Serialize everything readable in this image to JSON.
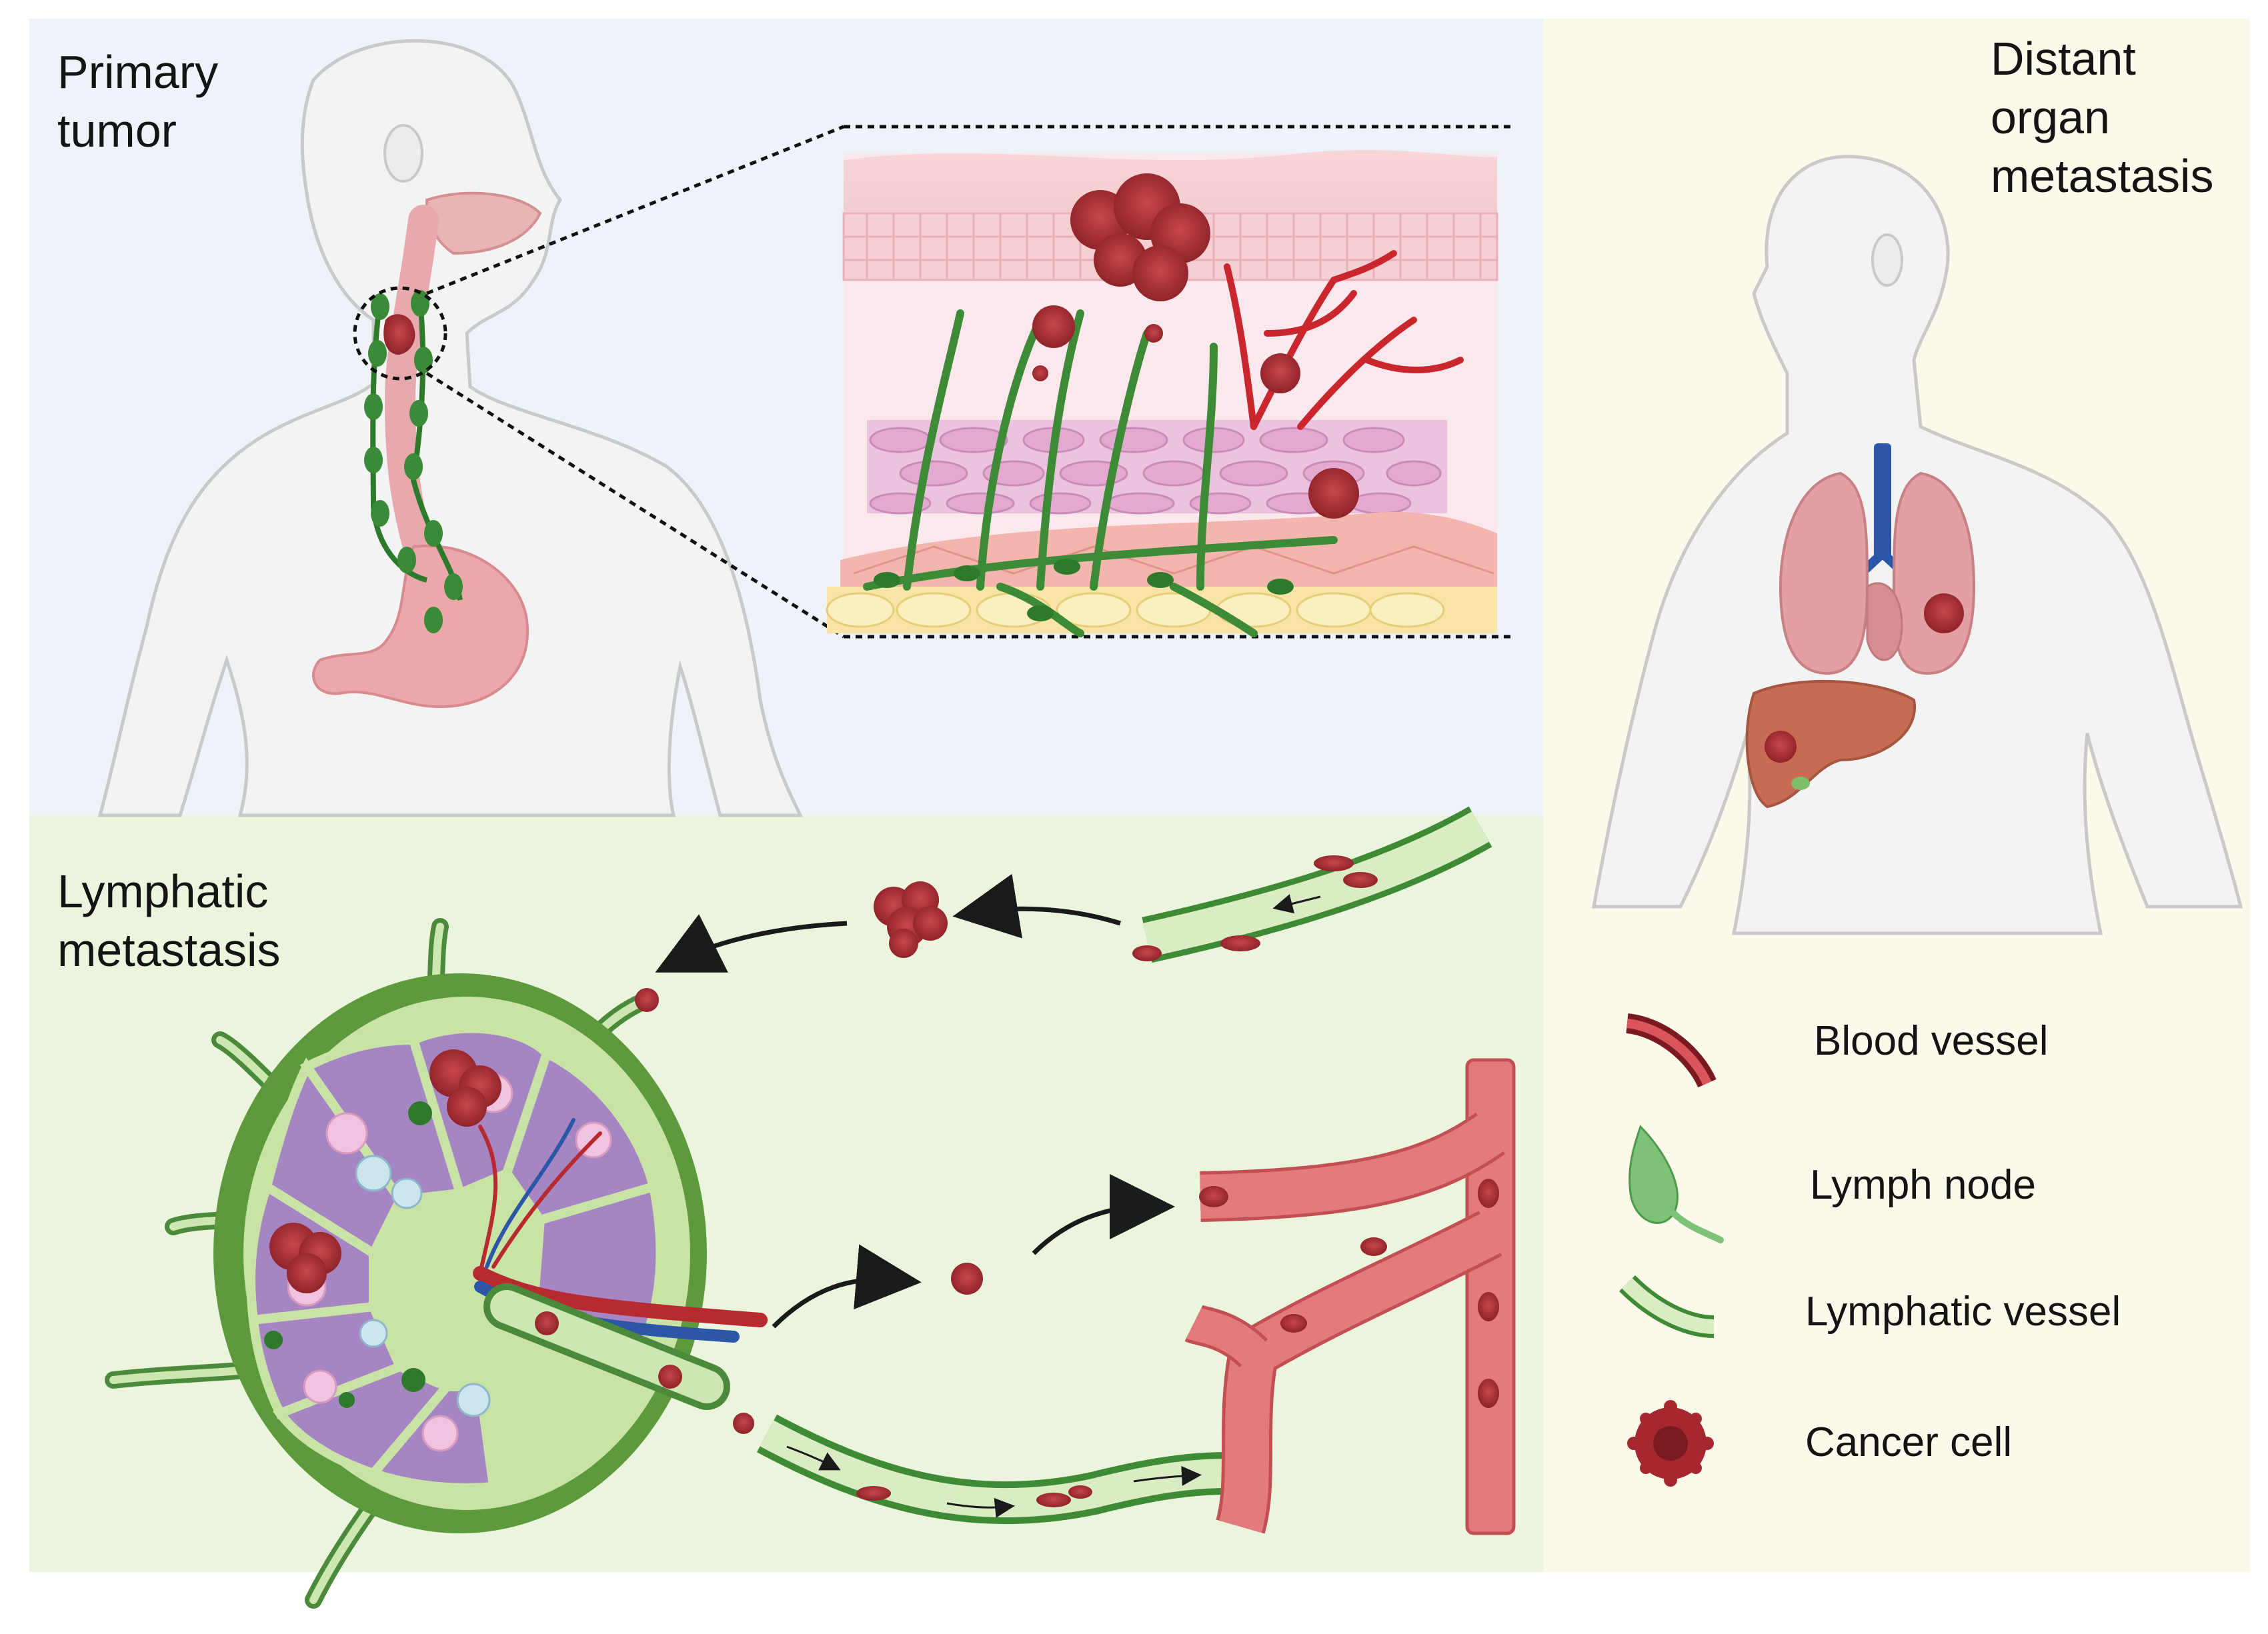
{
  "panels": {
    "primary": {
      "title": "Primary\ntumor",
      "bg": "#eef2f9"
    },
    "distant": {
      "title": "Distant\norgan\nmetastasis",
      "bg": "#fbf9ea"
    },
    "lymphatic": {
      "title": "Lymphatic\nmetastasis",
      "bg": "#ebf4dc"
    }
  },
  "legend": {
    "items": [
      {
        "label": "Blood vessel",
        "icon": "blood-vessel-icon"
      },
      {
        "label": "Lymph node",
        "icon": "lymph-node-icon"
      },
      {
        "label": "Lymphatic vessel",
        "icon": "lymphatic-vessel-icon"
      },
      {
        "label": "Cancer cell",
        "icon": "cancer-cell-icon"
      }
    ]
  },
  "colors": {
    "tumor": "#b0343a",
    "tumor_dark": "#7e1c22",
    "lymph_green": "#3f8f3a",
    "lymph_light": "#b9dca0",
    "blood_red": "#c9272d",
    "vein_blue": "#2c57a8",
    "body_outline": "#c9c9c9",
    "organ_pink": "#e8a2a4"
  }
}
